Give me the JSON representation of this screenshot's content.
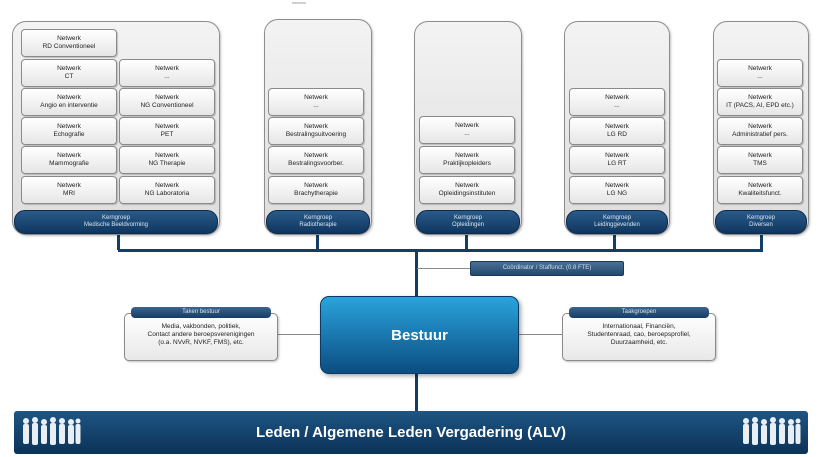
{
  "columns": [
    {
      "kerngroep": [
        "Kerngroep",
        "Medische Beeldvorming"
      ],
      "networks": [
        [
          "Netwerk",
          "RD Conventioneel"
        ],
        [
          "Netwerk",
          "CT"
        ],
        [
          "Netwerk",
          "Angio en interventie"
        ],
        [
          "Netwerk",
          "Echografie"
        ],
        [
          "Netwerk",
          "Mammografie"
        ],
        [
          "Netwerk",
          "MRI"
        ],
        [
          "Netwerk",
          "..."
        ],
        [
          "Netwerk",
          "NG Conventioneel"
        ],
        [
          "Netwerk",
          "PET"
        ],
        [
          "Netwerk",
          "NG Therapie"
        ],
        [
          "Netwerk",
          "NG Laboratoria"
        ]
      ]
    },
    {
      "kerngroep": [
        "Kerngroep",
        "Radiotherapie"
      ],
      "networks": [
        [
          "Netwerk",
          "..."
        ],
        [
          "Netwerk",
          "Bestralingsuitvoering"
        ],
        [
          "Netwerk",
          "Bestralingsvoorber."
        ],
        [
          "Netwerk",
          "Brachytherapie"
        ]
      ]
    },
    {
      "kerngroep": [
        "Kerngroep",
        "Opleidingen"
      ],
      "networks": [
        [
          "Netwerk",
          "..."
        ],
        [
          "Netwerk",
          "Praktijkopleiders"
        ],
        [
          "Netwerk",
          "Opleidingsinstituten"
        ]
      ]
    },
    {
      "kerngroep": [
        "Kerngroep",
        "Leidinggevenden"
      ],
      "networks": [
        [
          "Netwerk",
          "..."
        ],
        [
          "Netwerk",
          "LG RD"
        ],
        [
          "Netwerk",
          "LG RT"
        ],
        [
          "Netwerk",
          "LG NG"
        ]
      ]
    },
    {
      "kerngroep": [
        "Kerngroep",
        "Diversen"
      ],
      "networks": [
        [
          "Netwerk",
          "..."
        ],
        [
          "Netwerk",
          "IT (PACS, AI, EPD etc.)"
        ],
        [
          "Netwerk",
          "Administratief pers."
        ],
        [
          "Netwerk",
          "TMS"
        ],
        [
          "Netwerk",
          "Kwaliteitsfunct."
        ]
      ]
    }
  ],
  "coordinator": "Coördinator / Staffunct. (0.8 FTE)",
  "bestuur": "Bestuur",
  "taken_bestuur": {
    "title": "Taken bestuur",
    "lines": [
      "Media, vakbonden, politiek,",
      "Contact andere beroepsverenigingen",
      "(o.a. NVvR, NVKF, FMS), etc."
    ]
  },
  "taakgroepen": {
    "title": "Taakgroepen",
    "lines": [
      "Internationaal, Financiën,",
      "Studentenraad, cao, beroepsprofiel,",
      "Duurzaamheid, etc."
    ]
  },
  "alv": "Leden / Algemene Leden Vergadering (ALV)",
  "colors": {
    "dark_blue": "#0f3660",
    "bright_blue": "#2aa3dc",
    "panel": "#e4e4e4"
  }
}
